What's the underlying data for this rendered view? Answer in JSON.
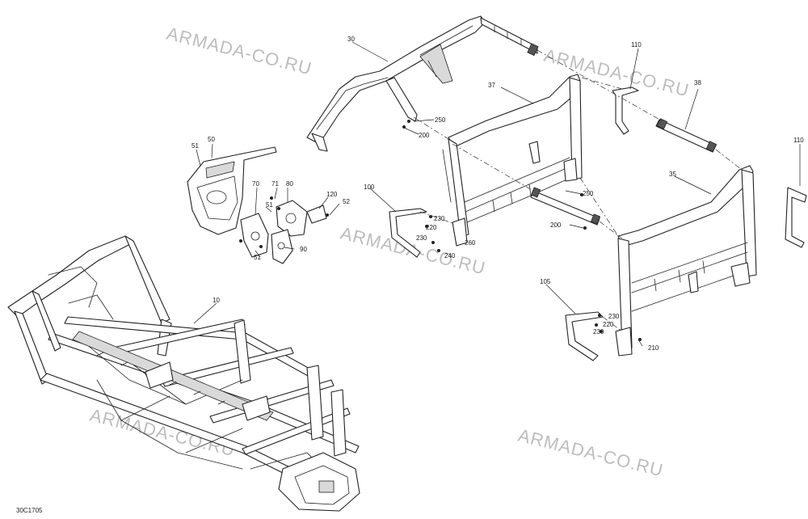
{
  "watermark_text": "ARMADA-CO.RU",
  "diagram_code": "30C1705",
  "callouts": {
    "c10": "10",
    "c30": "30",
    "c35": "35",
    "c37": "37",
    "c38": "38",
    "c50": "50",
    "c51a": "51",
    "c51b": "51",
    "c51c": "51",
    "c52": "52",
    "c70": "70",
    "c71": "71",
    "c80": "80",
    "c90": "90",
    "c100": "100",
    "c105": "105",
    "c110a": "110",
    "c110b": "110",
    "c120": "120",
    "c200a": "200",
    "c200b": "200",
    "c210": "210",
    "c220a": "220",
    "c220b": "220",
    "c230a": "230",
    "c230b": "230",
    "c230c": "230",
    "c230d": "230",
    "c240": "240",
    "c250a": "250",
    "c250b": "250",
    "c260": "260"
  },
  "colors": {
    "line": "#222222",
    "watermark": "#bdbdbd",
    "background": "#ffffff"
  }
}
